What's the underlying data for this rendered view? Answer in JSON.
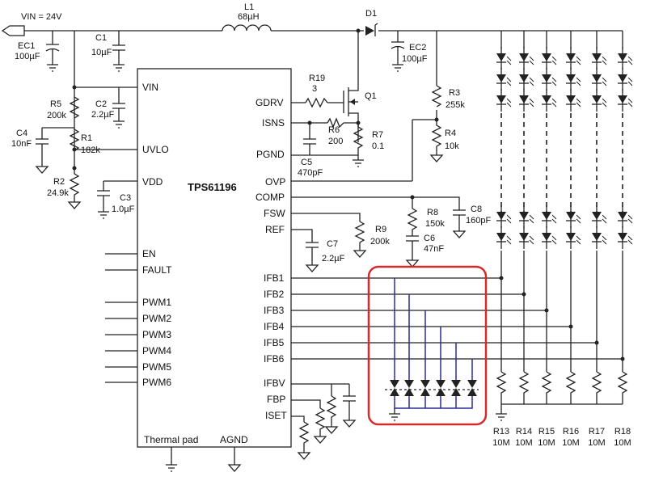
{
  "vin_label": "VIN = 24V",
  "ic": {
    "name": "TPS61196",
    "thermal_pad": "Thermal pad",
    "agnd": "AGND",
    "left_pins": [
      "VIN",
      "UVLO",
      "VDD",
      "EN",
      "FAULT",
      "PWM1",
      "PWM2",
      "PWM3",
      "PWM4",
      "PWM5",
      "PWM6"
    ],
    "right_pins": [
      "GDRV",
      "ISNS",
      "PGND",
      "OVP",
      "COMP",
      "FSW",
      "REF",
      "IFB1",
      "IFB2",
      "IFB3",
      "IFB4",
      "IFB5",
      "IFB6",
      "IFBV",
      "FBP",
      "ISET"
    ]
  },
  "components": {
    "L1": {
      "ref": "L1",
      "value": "68µH"
    },
    "D1": {
      "ref": "D1"
    },
    "EC1": {
      "ref": "EC1",
      "value": "100µF"
    },
    "C1": {
      "ref": "C1",
      "value": "10µF"
    },
    "EC2": {
      "ref": "EC2",
      "value": "100µF"
    },
    "R5": {
      "ref": "R5",
      "value": "200k"
    },
    "C2": {
      "ref": "C2",
      "value": "2.2µF"
    },
    "C4": {
      "ref": "C4",
      "value": "10nF"
    },
    "R1": {
      "ref": "R1",
      "value": "182k"
    },
    "R2": {
      "ref": "R2",
      "value": "24.9k"
    },
    "C3": {
      "ref": "C3",
      "value": "1.0µF"
    },
    "R19": {
      "ref": "R19",
      "value": "3"
    },
    "Q1": {
      "ref": "Q1"
    },
    "R6": {
      "ref": "R6",
      "value": "200"
    },
    "R7": {
      "ref": "R7",
      "value": "0.1"
    },
    "C5": {
      "ref": "C5",
      "value": "470pF"
    },
    "R3": {
      "ref": "R3",
      "value": "255k"
    },
    "R4": {
      "ref": "R4",
      "value": "10k"
    },
    "R8": {
      "ref": "R8",
      "value": "150k"
    },
    "C6": {
      "ref": "C6",
      "value": "47nF"
    },
    "C8": {
      "ref": "C8",
      "value": "160pF"
    },
    "R9": {
      "ref": "R9",
      "value": "200k"
    },
    "C7": {
      "ref": "C7",
      "value": "2.2µF"
    }
  },
  "bottom_resistors": [
    {
      "ref": "R13",
      "value": "10M"
    },
    {
      "ref": "R14",
      "value": "10M"
    },
    {
      "ref": "R15",
      "value": "10M"
    },
    {
      "ref": "R16",
      "value": "10M"
    },
    {
      "ref": "R17",
      "value": "10M"
    },
    {
      "ref": "R18",
      "value": "10M"
    }
  ],
  "colors": {
    "wire": "#222222",
    "highlight_box": "#d42a2a",
    "highlight_wire": "#2a2a9a"
  }
}
